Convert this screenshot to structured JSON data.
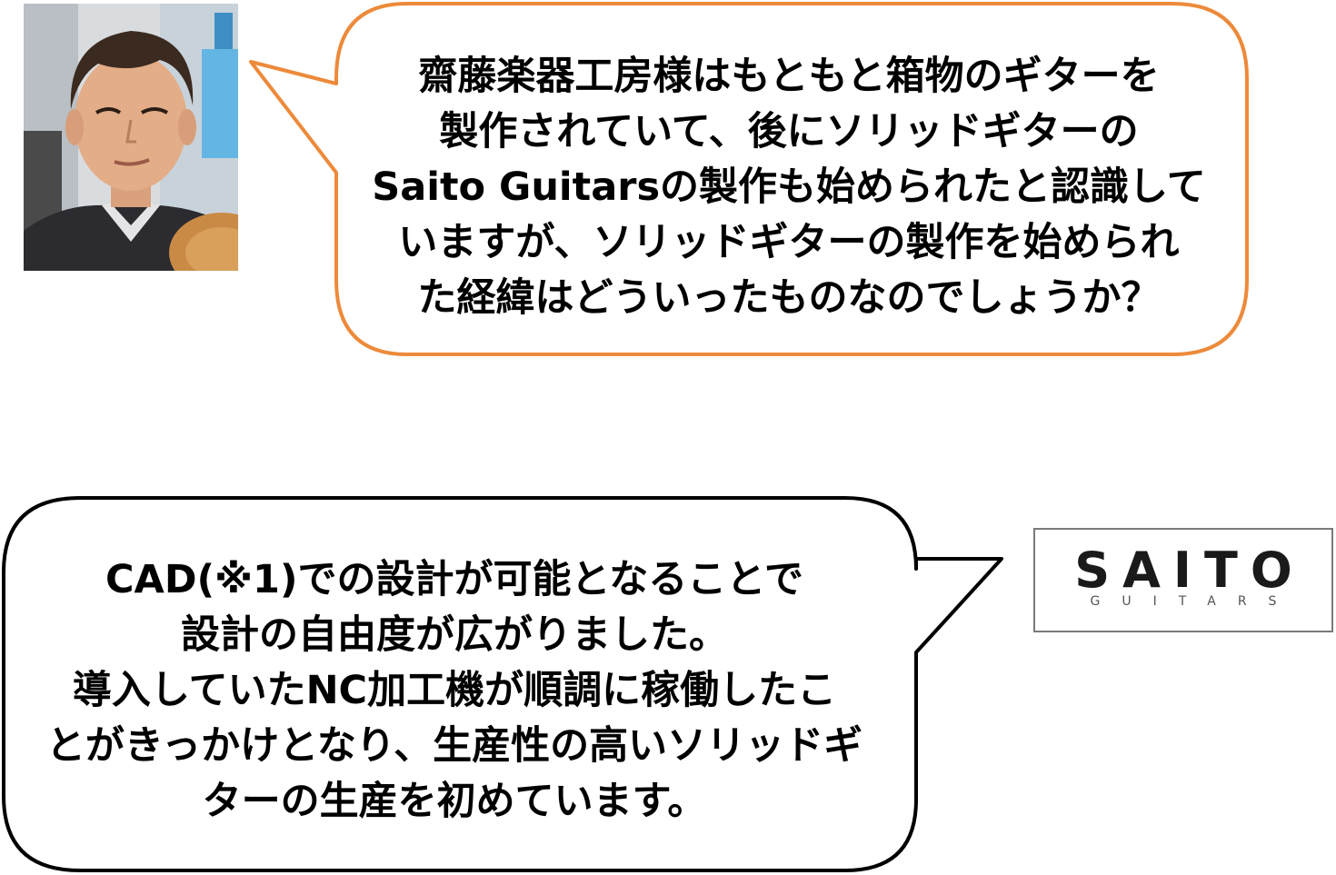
{
  "question": {
    "lines": [
      "齋藤楽器工房様はもともと箱物のギターを",
      "製作されていて、後にソリッドギターの",
      "Saito Guitarsの製作も始められたと認識して",
      "いますが、ソリッドギターの製作を始められ",
      "た経緯はどういったものなのでしょうか？"
    ],
    "border_color": "#ed8a3a"
  },
  "answer": {
    "lines": [
      "CAD(※1)での設計が可能となることで",
      "設計の自由度が広がりました。",
      "導入していたNC加工機が順調に稼働したこ",
      "とがきっかけとなり、生産性の高いソリッドギ",
      "ターの生産を初めています。"
    ],
    "border_color": "#000000"
  },
  "logo": {
    "main": "SAITO",
    "sub": "GUITARS"
  }
}
